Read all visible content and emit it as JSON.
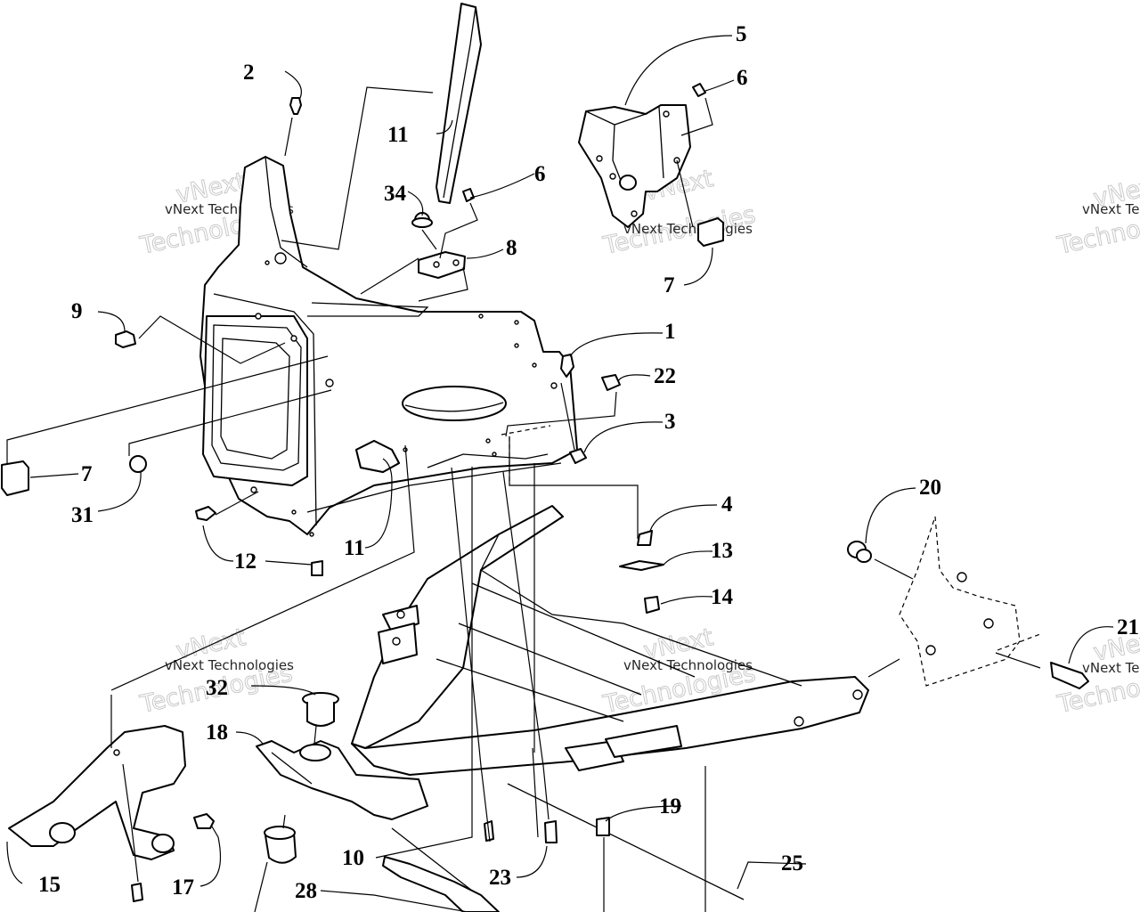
{
  "callouts": [
    {
      "id": "c2",
      "label": "2"
    },
    {
      "id": "c11a",
      "label": "11"
    },
    {
      "id": "c34",
      "label": "34"
    },
    {
      "id": "c6a",
      "label": "6"
    },
    {
      "id": "c8",
      "label": "8"
    },
    {
      "id": "c5",
      "label": "5"
    },
    {
      "id": "c6b",
      "label": "6"
    },
    {
      "id": "c7a",
      "label": "7"
    },
    {
      "id": "c9",
      "label": "9"
    },
    {
      "id": "c1",
      "label": "1"
    },
    {
      "id": "c22",
      "label": "22"
    },
    {
      "id": "c3",
      "label": "3"
    },
    {
      "id": "c7b",
      "label": "7"
    },
    {
      "id": "c31",
      "label": "31"
    },
    {
      "id": "c4",
      "label": "4"
    },
    {
      "id": "c13",
      "label": "13"
    },
    {
      "id": "c14",
      "label": "14"
    },
    {
      "id": "c11b",
      "label": "11"
    },
    {
      "id": "c12",
      "label": "12"
    },
    {
      "id": "c20",
      "label": "20"
    },
    {
      "id": "c21",
      "label": "21"
    },
    {
      "id": "c32",
      "label": "32"
    },
    {
      "id": "c18",
      "label": "18"
    },
    {
      "id": "c19",
      "label": "19"
    },
    {
      "id": "c10",
      "label": "10"
    },
    {
      "id": "c25",
      "label": "25"
    },
    {
      "id": "c23",
      "label": "23"
    },
    {
      "id": "c15",
      "label": "15"
    },
    {
      "id": "c17",
      "label": "17"
    },
    {
      "id": "c28",
      "label": "28"
    }
  ],
  "watermark": {
    "company": "vNext Technologies",
    "split_top": "vNext",
    "split_bottom": "Technologies"
  }
}
